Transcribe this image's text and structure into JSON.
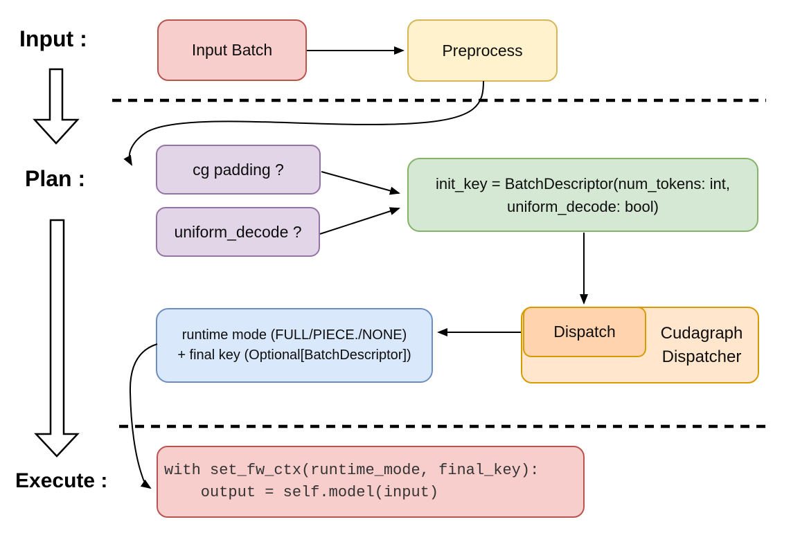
{
  "stages": {
    "input_label": "Input :",
    "plan_label": "Plan :",
    "execute_label": "Execute :"
  },
  "nodes": {
    "input_batch": "Input Batch",
    "preprocess": "Preprocess",
    "cg_padding": "cg padding ?",
    "uniform_decode": "uniform_decode ?",
    "init_key_line1": "init_key = BatchDescriptor(num_tokens: int,",
    "init_key_line2": "uniform_decode: bool)",
    "dispatch": "Dispatch",
    "dispatcher_line1": "Cudagraph",
    "dispatcher_line2": "Dispatcher",
    "runtime_line1": "runtime mode (FULL/PIECE./NONE)",
    "runtime_line2": "+ final key (Optional[BatchDescriptor])",
    "code_line1": "with set_fw_ctx(runtime_mode, final_key):",
    "code_line2": "    output = self.model(input)"
  },
  "colors": {
    "red_fill": "#f8cecc",
    "red_stroke": "#b85450",
    "yellow_fill": "#fff2cc",
    "yellow_stroke": "#d6b656",
    "purple_fill": "#e1d5e7",
    "purple_stroke": "#9673a6",
    "green_fill": "#d5e8d4",
    "green_stroke": "#82b366",
    "blue_fill": "#dae8fc",
    "blue_stroke": "#6c8ebf",
    "orange_fill": "#ffe6cc",
    "orange_inner_fill": "#ffd3ad",
    "orange_stroke": "#d79b00",
    "line": "#000000",
    "background": "#ffffff"
  }
}
